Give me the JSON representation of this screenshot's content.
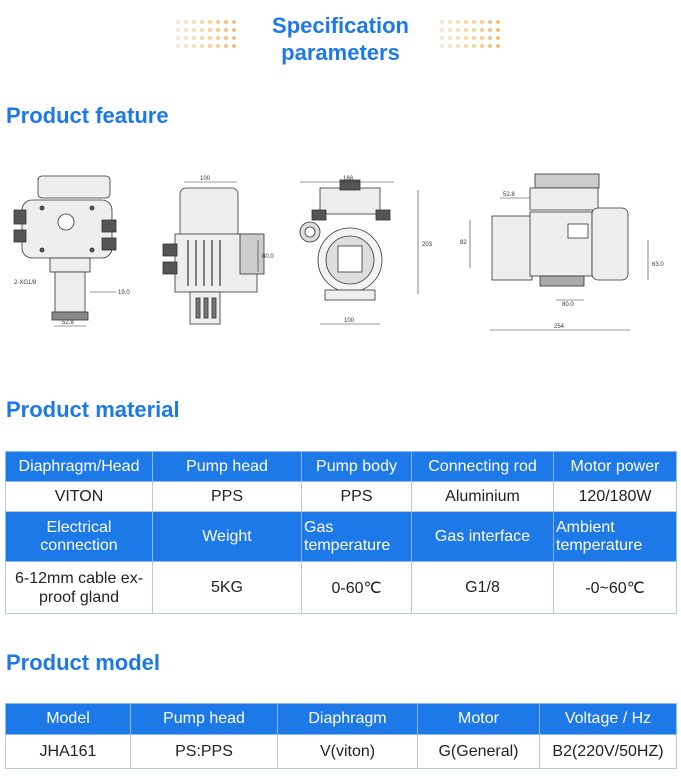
{
  "header": {
    "line1": "Specification",
    "line2": "parameters"
  },
  "sections": {
    "feature": "Product feature",
    "material": "Product material",
    "model": "Product model"
  },
  "drawing": {
    "dims": {
      "d1": "100",
      "d2": "188",
      "d3": "203",
      "d4": "80.0",
      "d5": "100",
      "d6": "52.8",
      "d7": "82",
      "d8": "63.0",
      "d9": "80.0",
      "d10": "254",
      "d11": "19.0",
      "d12": "52.8",
      "port": "2-XG1/8"
    }
  },
  "material_table": {
    "headers1": [
      "Diaphragm/Head",
      "Pump head",
      "Pump body",
      "Connecting rod",
      "Motor power"
    ],
    "values1": [
      "VITON",
      "PPS",
      "PPS",
      "Aluminium",
      "120/180W"
    ],
    "headers2": [
      "Electrical connection",
      "Weight",
      "Gas temperature",
      "Gas interface",
      "Ambient temperature"
    ],
    "values2": [
      "6-12mm cable ex-proof gland",
      "5KG",
      "0-60℃",
      "G1/8",
      "-0~60℃"
    ]
  },
  "model_table": {
    "headers": [
      "Model",
      "Pump head",
      "Diaphragm",
      "Motor",
      "Voltage / Hz"
    ],
    "values": [
      "JHA161",
      "PS:PPS",
      "V(viton)",
      "G(General)",
      "B2(220V/50HZ)"
    ]
  },
  "colors": {
    "accent": "#1e79e8",
    "dots": "#f4b766"
  }
}
